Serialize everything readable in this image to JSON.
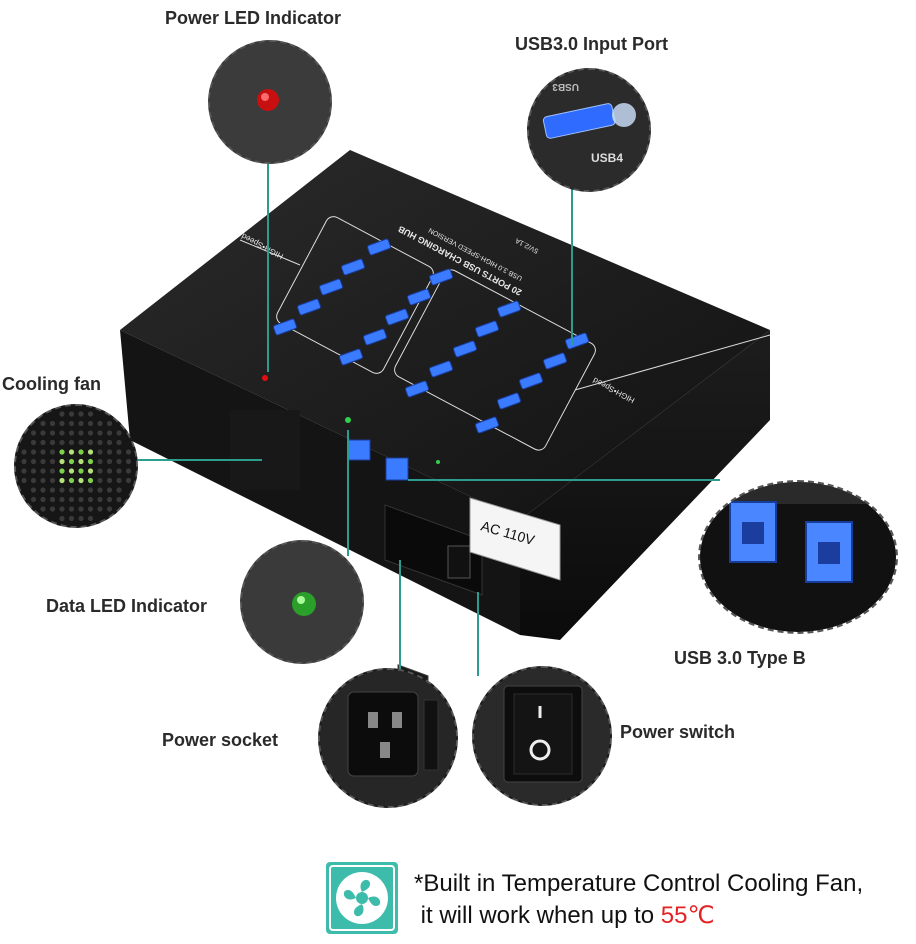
{
  "callouts": {
    "power_led": "Power LED Indicator",
    "usb_input": "USB3.0 Input Port",
    "cooling_fan": "Cooling fan",
    "data_led": "Data LED Indicator",
    "usb_type_b": "USB 3.0 Type B",
    "power_socket": "Power socket",
    "power_switch": "Power switch"
  },
  "device": {
    "title": "20 PORTS USB CHARGING HUB",
    "subtitle": "USB 3.0 HIGH-SPEED VERSION",
    "rating": "5V/2.1A",
    "badge": "HIGH•Speed",
    "voltage_label": "AC  110V",
    "port_label_zoom": "USB4",
    "port_label_zoom_top": "USB3"
  },
  "footnote": {
    "line1": "*Built in Temperature Control Cooling Fan,",
    "line2_prefix": "it will work when up to ",
    "temperature": "55℃"
  },
  "colors": {
    "callout_line": "#2a9d8f",
    "fan_icon": "#3dbcab",
    "highlight_temp": "#e52222",
    "port_blue": "#3a7bff"
  },
  "icons": [
    "fan-icon"
  ]
}
